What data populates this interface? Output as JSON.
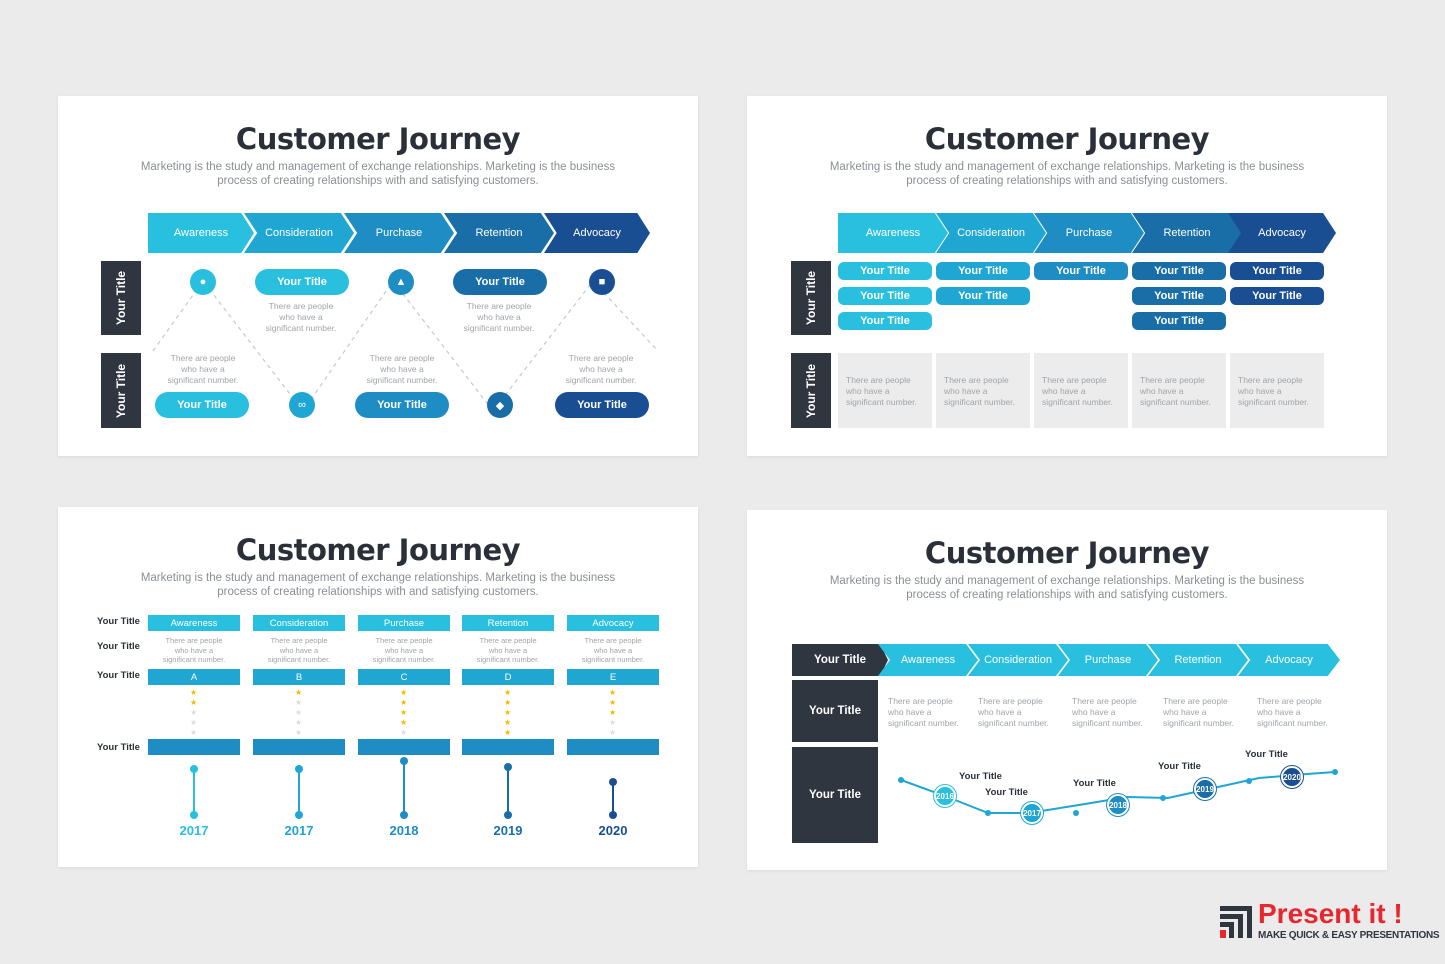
{
  "colors": {
    "c1": "#29c0df",
    "c2": "#1fa6d2",
    "c3": "#1e8dc4",
    "c4": "#196ea8",
    "c5": "#1a4e93",
    "dark": "#2f3640",
    "gold": "#f5b800",
    "brand_red": "#e8262d"
  },
  "title": "Customer Journey",
  "subtitle_line1": "Marketing is the study and management of exchange relationships. Marketing is the business",
  "subtitle_line2": "process of creating relationships with and satisfying customers.",
  "stages": [
    "Awareness",
    "Consideration",
    "Purchase",
    "Retention",
    "Advocacy"
  ],
  "your_title": "Your Title",
  "desc_line1": "There are people",
  "desc_line2": "who have a",
  "desc_line3": "significant number.",
  "slide1": {
    "icons": [
      "lightbulb-icon",
      "network-icon",
      "hierarchy-icon",
      "diamond-icon",
      "cart-icon"
    ]
  },
  "slide3": {
    "letters": [
      "A",
      "B",
      "C",
      "D",
      "E"
    ],
    "ratings": [
      2,
      1,
      4,
      5,
      3
    ],
    "years": [
      "2017",
      "2017",
      "2018",
      "2019",
      "2020"
    ]
  },
  "slide4": {
    "years": [
      "2016",
      "2017",
      "2018",
      "2019",
      "2020"
    ]
  },
  "brand": {
    "name": "Present it !",
    "tagline": "MAKE QUICK & EASY PRESENTATIONS"
  }
}
